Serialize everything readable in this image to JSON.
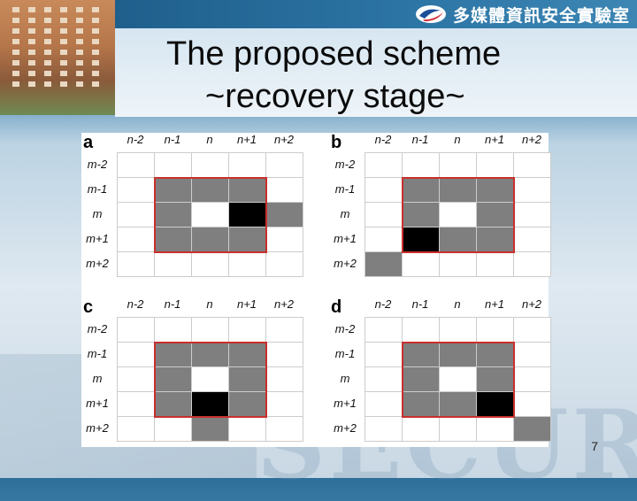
{
  "header": {
    "brand": "多媒體資訊安全實驗室"
  },
  "title": {
    "line1": "The proposed scheme",
    "line2": "~recovery stage~"
  },
  "figure": {
    "col_labels": [
      "n-2",
      "n-1",
      "n",
      "n+1",
      "n+2"
    ],
    "row_labels": [
      "m-2",
      "m-1",
      "m",
      "m+1",
      "m+2"
    ],
    "panels": [
      {
        "label": "a",
        "cells": [
          "w",
          "w",
          "w",
          "w",
          "w",
          "w",
          "g",
          "g",
          "g",
          "w",
          "w",
          "g",
          "w",
          "b",
          "g",
          "w",
          "g",
          "g",
          "g",
          "w",
          "w",
          "w",
          "w",
          "w",
          "w"
        ]
      },
      {
        "label": "b",
        "cells": [
          "w",
          "w",
          "w",
          "w",
          "w",
          "w",
          "g",
          "g",
          "g",
          "w",
          "w",
          "g",
          "w",
          "g",
          "w",
          "w",
          "b",
          "g",
          "g",
          "w",
          "g",
          "w",
          "w",
          "w",
          "w"
        ]
      },
      {
        "label": "c",
        "cells": [
          "w",
          "w",
          "w",
          "w",
          "w",
          "w",
          "g",
          "g",
          "g",
          "w",
          "w",
          "g",
          "w",
          "g",
          "w",
          "w",
          "g",
          "b",
          "g",
          "w",
          "w",
          "w",
          "g",
          "w",
          "w"
        ]
      },
      {
        "label": "d",
        "cells": [
          "w",
          "w",
          "w",
          "w",
          "w",
          "w",
          "g",
          "g",
          "g",
          "w",
          "w",
          "g",
          "w",
          "g",
          "w",
          "w",
          "g",
          "g",
          "b",
          "w",
          "w",
          "w",
          "w",
          "w",
          "g"
        ]
      }
    ]
  },
  "footer": {
    "page_number": "7"
  },
  "background": {
    "watermark": "SECURITY"
  }
}
